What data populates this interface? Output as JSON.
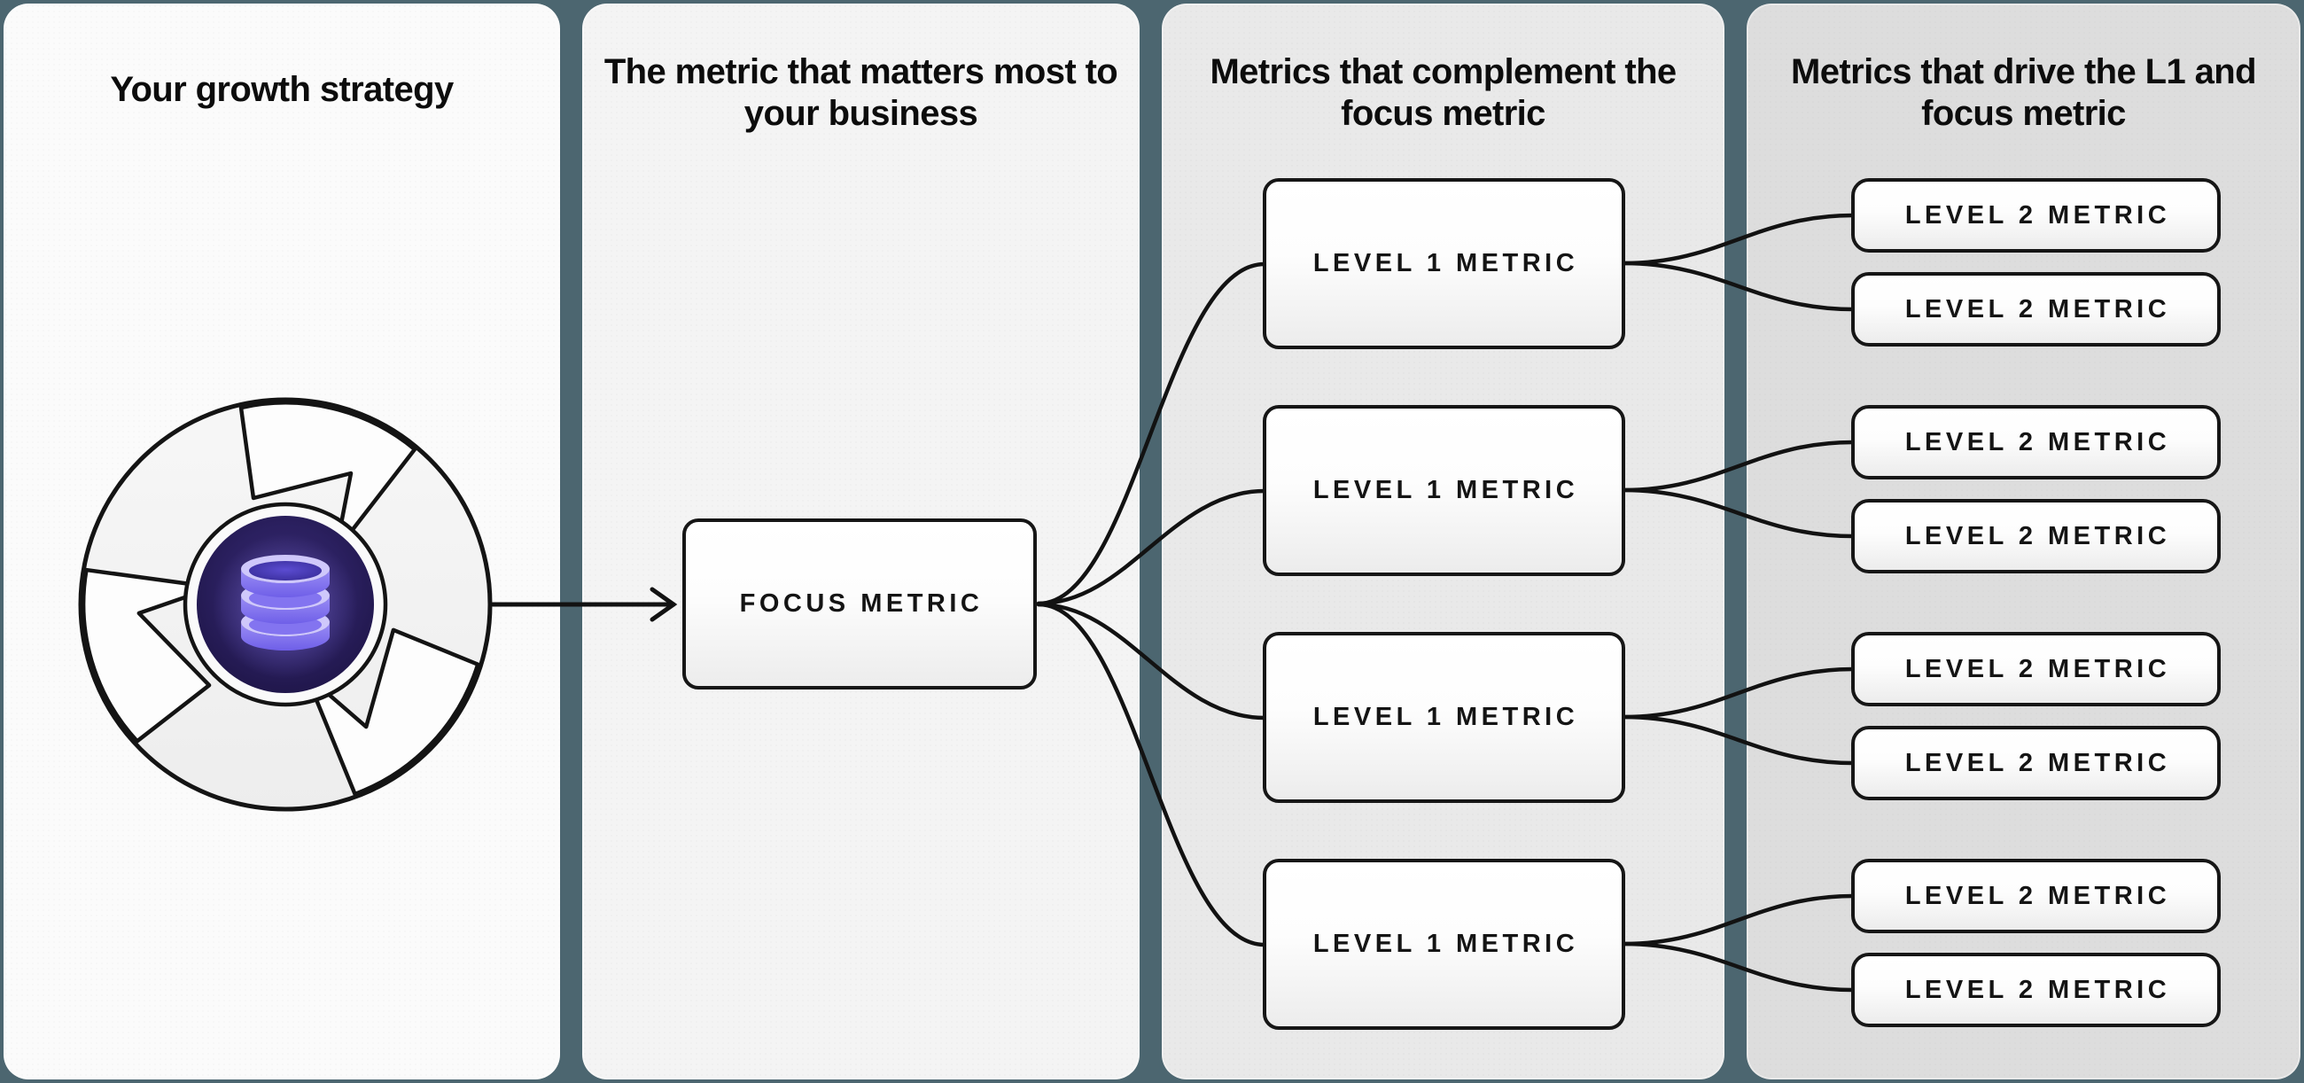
{
  "diagram": {
    "type": "metrics-hierarchy-infographic",
    "background_color": "#4C6670",
    "connector_color": "#121212"
  },
  "columns": [
    {
      "key": "strategy",
      "title": "Your growth strategy",
      "panel_color": "#fbfbfb"
    },
    {
      "key": "focus",
      "title": "The metric that matters most to your business",
      "panel_color": "#f4f4f4"
    },
    {
      "key": "level1",
      "title": "Metrics that complement the focus metric",
      "panel_color": "#e9e9e9"
    },
    {
      "key": "level2",
      "title": "Metrics that drive the L1 and focus metric",
      "panel_color": "#dddddd"
    }
  ],
  "icon": {
    "name": "growth-flywheel-database-icon",
    "core_color": "#251B52",
    "database_color": "#8374F0",
    "rim_color": "#CFC8FB"
  },
  "focus_node": {
    "label": "FOCUS METRIC"
  },
  "level1_nodes": [
    {
      "label": "LEVEL 1 METRIC"
    },
    {
      "label": "LEVEL 1 METRIC"
    },
    {
      "label": "LEVEL 1 METRIC"
    },
    {
      "label": "LEVEL 1 METRIC"
    }
  ],
  "level2_nodes": [
    {
      "label": "LEVEL 2 METRIC"
    },
    {
      "label": "LEVEL 2 METRIC"
    },
    {
      "label": "LEVEL 2 METRIC"
    },
    {
      "label": "LEVEL 2 METRIC"
    },
    {
      "label": "LEVEL 2 METRIC"
    },
    {
      "label": "LEVEL 2 METRIC"
    },
    {
      "label": "LEVEL 2 METRIC"
    },
    {
      "label": "LEVEL 2 METRIC"
    }
  ]
}
